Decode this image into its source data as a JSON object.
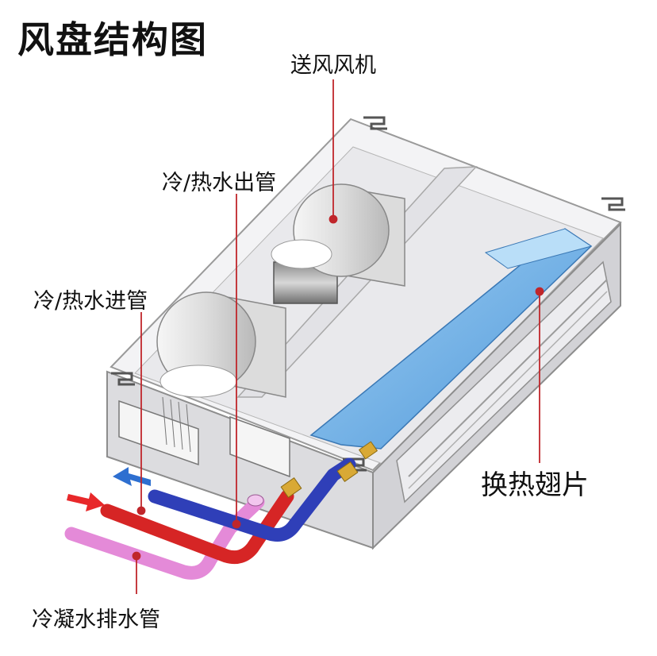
{
  "title": "风盘结构图",
  "labels": {
    "blower": "送风风机",
    "outlet_pipe": "冷/热水出管",
    "inlet_pipe": "冷/热水进管",
    "fins": "换热翅片",
    "drain_pipe": "冷凝水排水管"
  },
  "colors": {
    "leader": "#c0262b",
    "outlet_pipe": "#2f3fb8",
    "inlet_pipe": "#d62525",
    "drain_pipe": "#e48ad8",
    "coil": "#6cb1e8",
    "arrow_in": "#e8282a",
    "arrow_out": "#2e6fd0"
  }
}
